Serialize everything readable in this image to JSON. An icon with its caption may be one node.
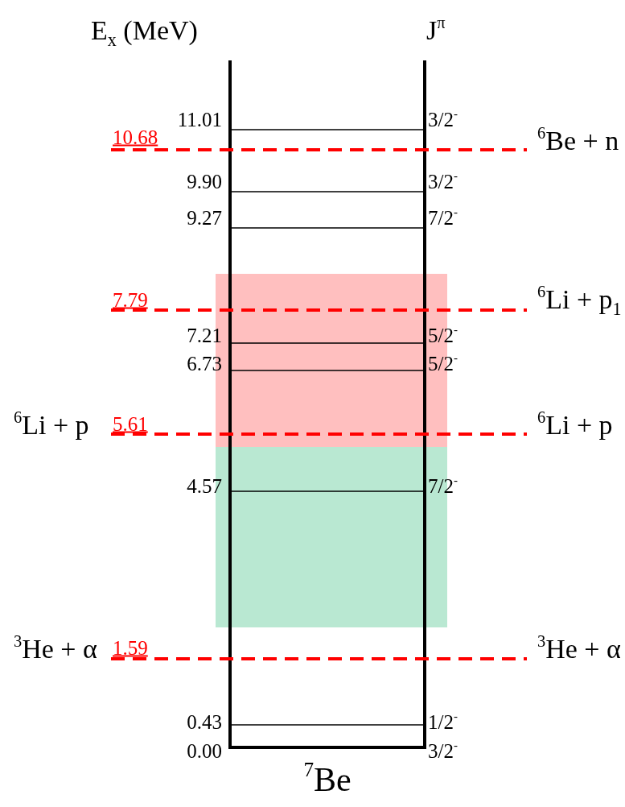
{
  "diagram": {
    "labels": [
      "E$_{x}$ (MeV)",
      "J$^{π}$",
      "11.01",
      "3/2$^{-}$",
      "10.68",
      "$^{6}$Be + n",
      "9.90",
      "3/2$^{-}$",
      "9.27",
      "7/2$^{-}$",
      "7.79",
      "$^{6}$Li + p$_{1}$",
      "7.21",
      "5/2$^{-}$",
      "6.73",
      "5/2$^{-}$",
      "$^{6}$Li + p",
      "5.61",
      "$^{6}$Li + p",
      "4.57",
      "7/2$^{-}$",
      "$^{3}$He + α",
      "1.59",
      "$^{3}$He + α",
      "0.43",
      "1/2$^{-}$",
      "0.00",
      "3/2$^{-}$",
      "$^{7}$Be"
    ]
  }
}
